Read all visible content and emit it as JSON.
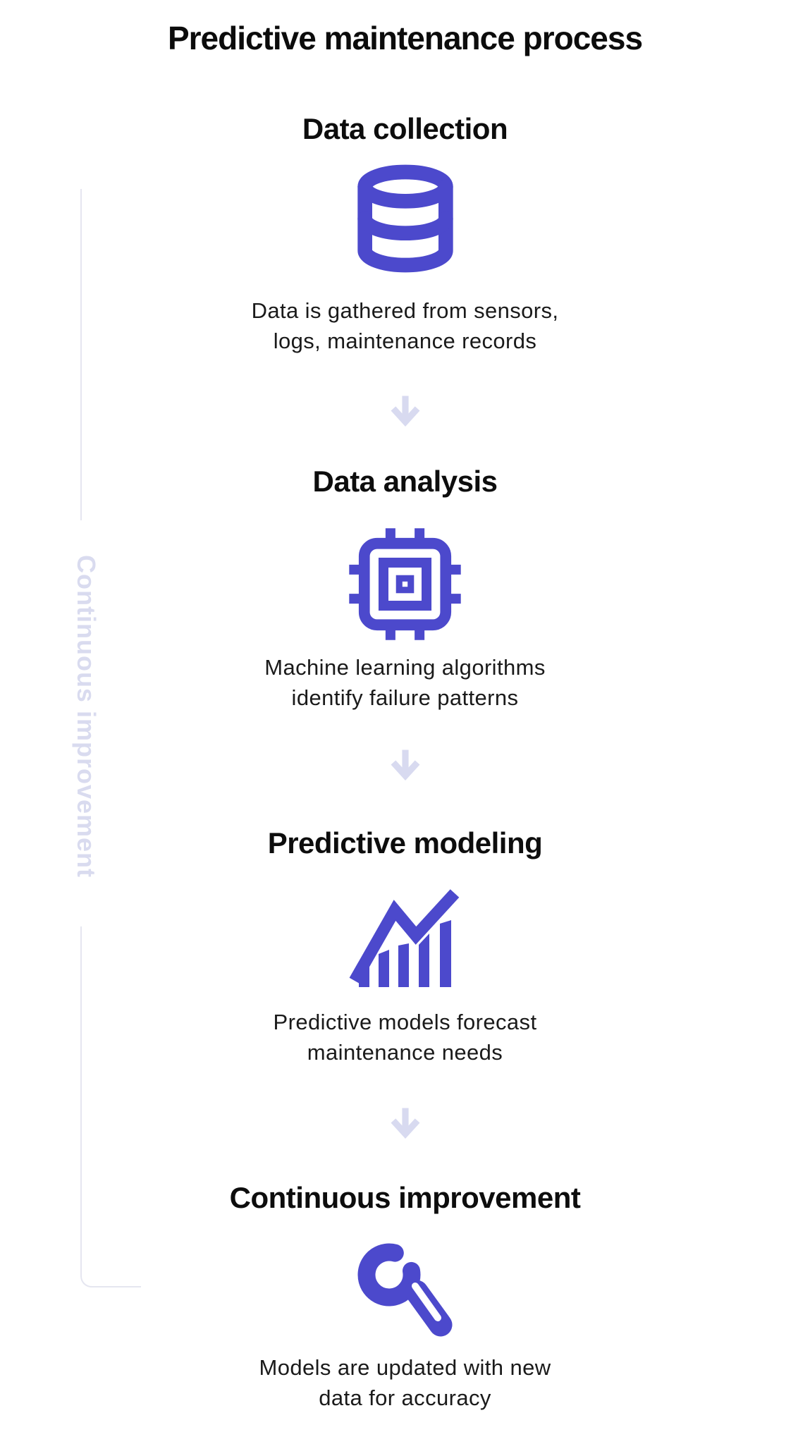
{
  "title": "Predictive maintenance process",
  "side_label": "Continuous improvement",
  "colors": {
    "accent": "#4c49cc",
    "arrow": "#d8daf0",
    "bracket": "#e5e6f0",
    "side_label": "#d9dbef"
  },
  "steps": [
    {
      "heading": "Data collection",
      "icon": "database-icon",
      "lines": [
        "Data is gathered from sensors,",
        "logs, maintenance records"
      ]
    },
    {
      "heading": "Data analysis",
      "icon": "cpu-chip-icon",
      "lines": [
        "Machine learning algorithms",
        "identify failure patterns"
      ]
    },
    {
      "heading": "Predictive modeling",
      "icon": "trend-chart-icon",
      "lines": [
        "Predictive models forecast",
        "maintenance needs"
      ]
    },
    {
      "heading": "Continuous improvement",
      "icon": "wrench-icon",
      "lines": [
        "Models are updated with new",
        "data for accuracy"
      ]
    }
  ]
}
